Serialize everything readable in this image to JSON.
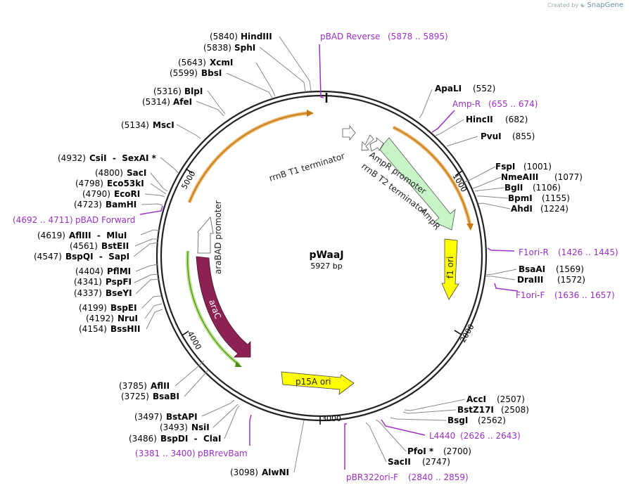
{
  "brand": {
    "created_by": "Created by",
    "product": "SnapGene"
  },
  "plasmid": {
    "name": "pWaaJ",
    "size_label": "5927 bp"
  },
  "scale": [
    "1000",
    "2000",
    "3000",
    "4000",
    "5000"
  ],
  "features": [
    {
      "label": "rrnB T1 terminator"
    },
    {
      "label": "AmpR promoter"
    },
    {
      "label": "rrnB T2 terminator"
    },
    {
      "label": "AmpR"
    },
    {
      "label": "f1 ori"
    },
    {
      "label": "p15A ori"
    },
    {
      "label": "araC"
    },
    {
      "label": "araBAD promoter"
    }
  ],
  "enzymes": [
    {
      "name": "HindIII",
      "pos": "(5840)"
    },
    {
      "name": "SphI",
      "pos": "(5838)"
    },
    {
      "name": "XcmI",
      "pos": "(5643)"
    },
    {
      "name": "BbsI",
      "pos": "(5599)"
    },
    {
      "name": "BlpI",
      "pos": "(5316)"
    },
    {
      "name": "AfeI",
      "pos": "(5314)"
    },
    {
      "name": "MscI",
      "pos": "(5134)"
    },
    {
      "name": "CsiI  -  SexAI *",
      "pos": "(4932)"
    },
    {
      "name": "SacI",
      "pos": "(4800)"
    },
    {
      "name": "Eco53kI",
      "pos": "(4798)"
    },
    {
      "name": "EcoRI",
      "pos": "(4790)"
    },
    {
      "name": "BamHI",
      "pos": "(4723)"
    },
    {
      "name": "AflIII  -  MluI",
      "pos": "(4619)"
    },
    {
      "name": "BstEII",
      "pos": "(4561)"
    },
    {
      "name": "BspQI  -  SapI",
      "pos": "(4547)"
    },
    {
      "name": "PflMI",
      "pos": "(4404)"
    },
    {
      "name": "PspFI",
      "pos": "(4341)"
    },
    {
      "name": "BseYI",
      "pos": "(4337)"
    },
    {
      "name": "BspEI",
      "pos": "(4199)"
    },
    {
      "name": "NruI",
      "pos": "(4192)"
    },
    {
      "name": "BssHII",
      "pos": "(4154)"
    },
    {
      "name": "AflII",
      "pos": "(3785)"
    },
    {
      "name": "BsaBI",
      "pos": "(3725)"
    },
    {
      "name": "BstAPI",
      "pos": "(3497)"
    },
    {
      "name": "NsiI",
      "pos": "(3493)"
    },
    {
      "name": "BspDI  -  ClaI",
      "pos": "(3486)"
    },
    {
      "name": "AlwNI",
      "pos": "(3098)"
    },
    {
      "name": "ApaLI",
      "pos": "(552)"
    },
    {
      "name": "HincII",
      "pos": "(682)"
    },
    {
      "name": "PvuI",
      "pos": "(855)"
    },
    {
      "name": "FspI",
      "pos": "(1001)"
    },
    {
      "name": "NmeAIII",
      "pos": "(1077)"
    },
    {
      "name": "BglI",
      "pos": "(1106)"
    },
    {
      "name": "BpmI",
      "pos": "(1155)"
    },
    {
      "name": "AhdI",
      "pos": "(1224)"
    },
    {
      "name": "BsaAI",
      "pos": "(1569)"
    },
    {
      "name": "DraIII",
      "pos": "(1572)"
    },
    {
      "name": "AccI",
      "pos": "(2507)"
    },
    {
      "name": "BstZ17I",
      "pos": "(2508)"
    },
    {
      "name": "BsgI",
      "pos": "(2562)"
    },
    {
      "name": "PfoI *",
      "pos": "(2700)"
    },
    {
      "name": "SacII",
      "pos": "(2747)"
    }
  ],
  "primers": [
    {
      "name": "pBAD Reverse",
      "range": "(5878 .. 5895)"
    },
    {
      "name": "pBAD Forward",
      "range": "(4692 .. 4711)"
    },
    {
      "name": "pBRrevBam",
      "range": "(3381 .. 3400)"
    },
    {
      "name": "Amp-R",
      "range": "(655 .. 674)"
    },
    {
      "name": "F1ori-R",
      "range": "(1426 .. 1445)"
    },
    {
      "name": "F1ori-F",
      "range": "(1636 .. 1657)"
    },
    {
      "name": "L4440",
      "range": "(2626 .. 2643)"
    },
    {
      "name": "pBR322ori-F",
      "range": "(2840 .. 2859)"
    }
  ]
}
